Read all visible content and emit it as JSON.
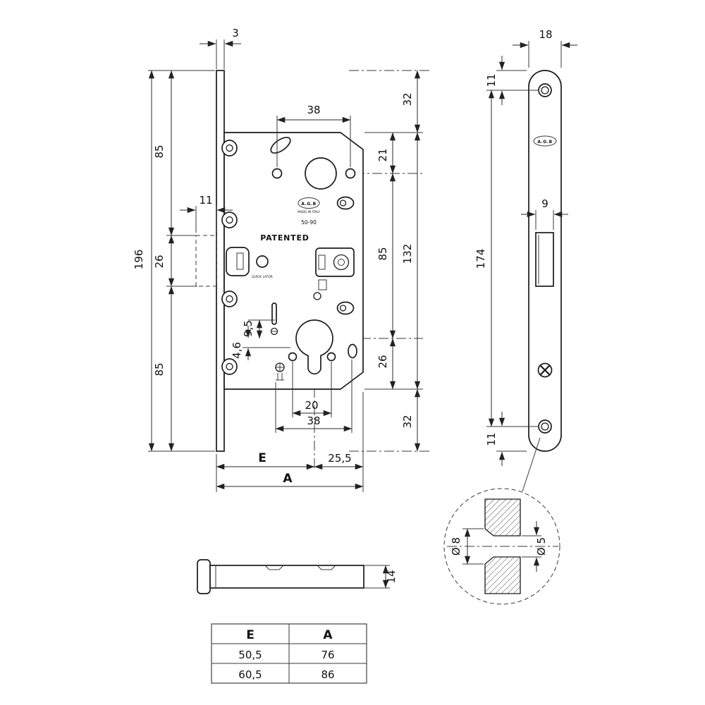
{
  "lock_body": {
    "labels": {
      "patented": "PATENTED",
      "brand": "A.G.B",
      "made_in": "MADE IN ITALY",
      "model": "50-90",
      "quick": "QUICK LATOR"
    },
    "dims": {
      "faceplate_thickness": "3",
      "height_total": "196",
      "height_top": "85",
      "height_mid": "26",
      "height_bottom": "85",
      "follower_width": "11",
      "handle_holes_span": "38",
      "top_margin": "32",
      "case_top_to_holes": "21",
      "holes_to_cylinder": "85",
      "case_height": "132",
      "cylinder_to_bottom": "26",
      "bottom_margin": "32",
      "offset_9_5": "9,5",
      "offset_4_6": "4,6",
      "bottom_span_inner": "20",
      "bottom_span_outer": "38",
      "backset": "E",
      "axis_to_edge": "25,5",
      "depth": "A"
    }
  },
  "front_plate": {
    "brand": "A.G.B",
    "dims": {
      "width": "18",
      "top_hole_offset": "11",
      "hole_span": "174",
      "latch_opening": "9",
      "bottom_hole_offset": "11"
    }
  },
  "hole_detail": {
    "outer": "Ø 8",
    "inner": "Ø 5"
  },
  "latch_view": {
    "thickness": "14"
  },
  "size_table": {
    "headers": [
      "E",
      "A"
    ],
    "rows": [
      [
        "50,5",
        "76"
      ],
      [
        "60,5",
        "86"
      ]
    ]
  }
}
